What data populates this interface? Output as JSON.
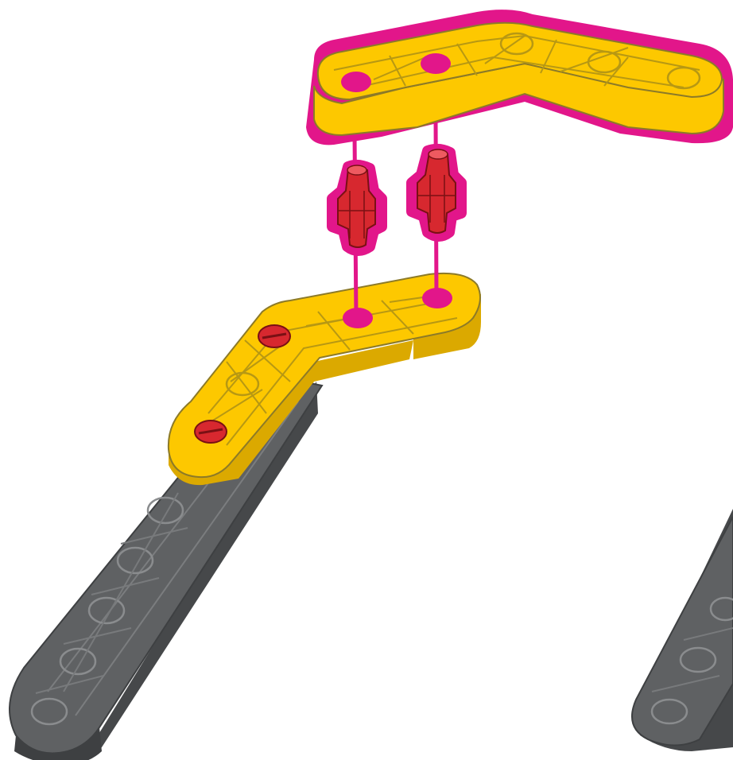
{
  "diagram": {
    "step": "attach-beam-with-pins",
    "parts": [
      {
        "part": "gray-beam",
        "color": "#5f6163",
        "count": 2
      },
      {
        "part": "yellow-angle-beam",
        "color": "#fdc800",
        "count": 2
      },
      {
        "part": "red-capped-pin",
        "color": "#d7282f",
        "count": 2
      },
      {
        "part": "red-pin-ends-installed",
        "color": "#d7282f",
        "count": 2
      }
    ],
    "colors": {
      "highlight": "#e2168a",
      "yellow": "#fdc800",
      "yellow_dark": "#dba900",
      "gray": "#5f6163",
      "gray_dark": "#46484a",
      "red": "#d7282f",
      "outline": "#7a7a7a"
    }
  }
}
